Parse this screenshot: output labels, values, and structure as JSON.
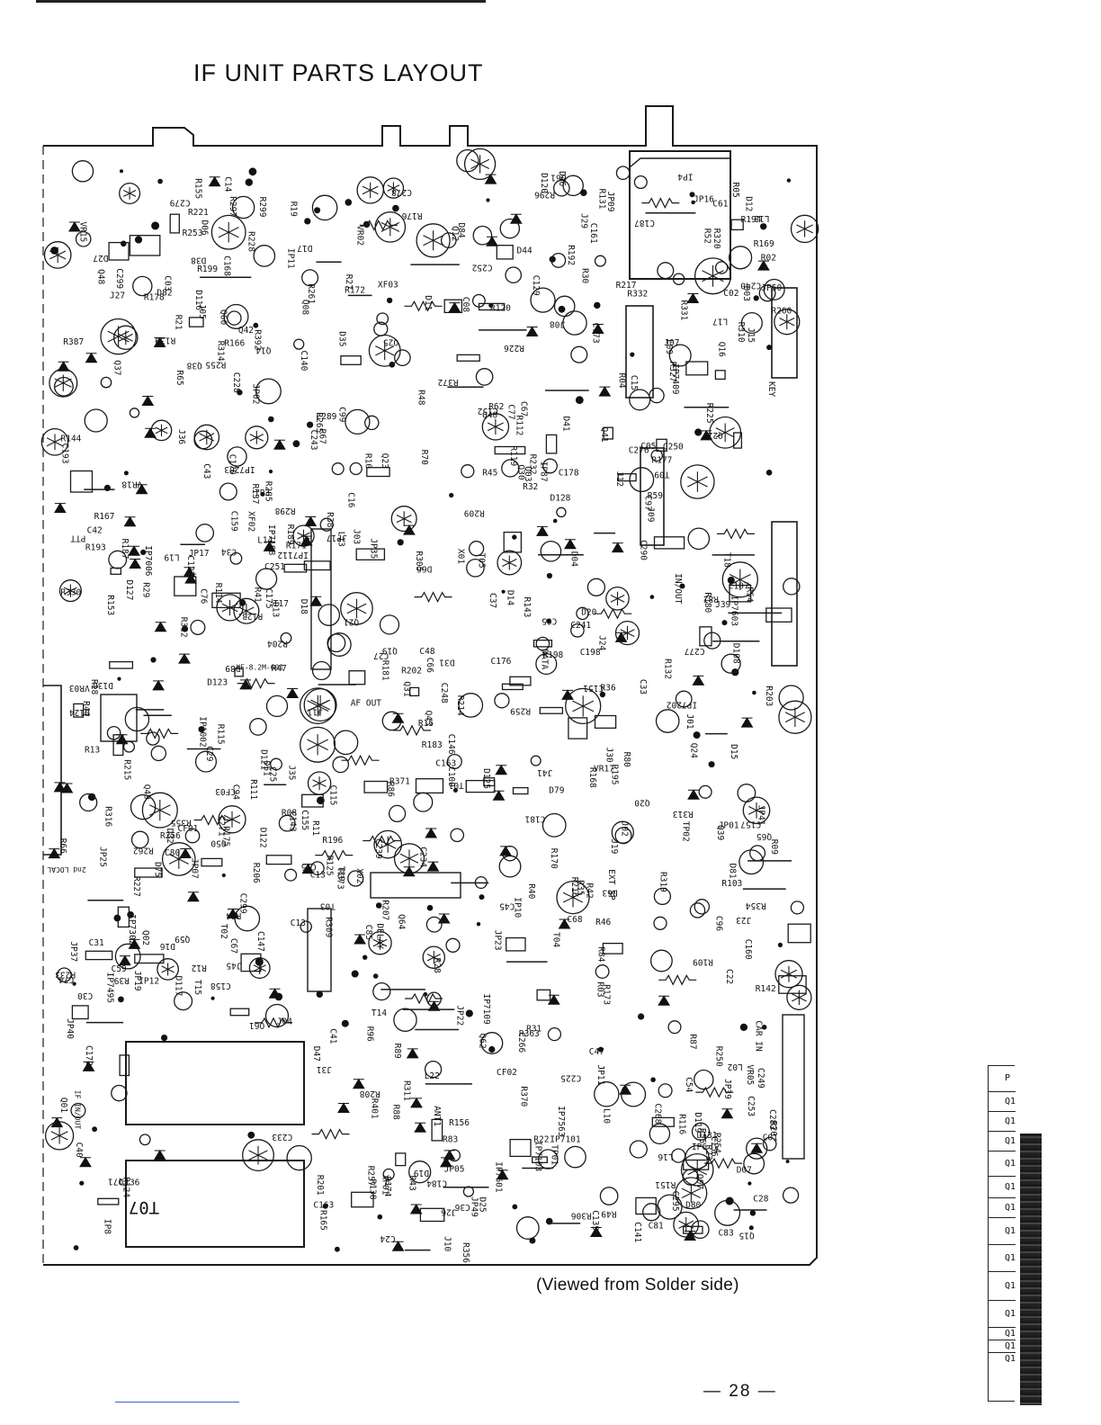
{
  "title": "IF UNIT PARTS LAYOUT",
  "caption": "(Viewed from Solder side)",
  "page_number": "— 28 —",
  "board_labels": [
    "J39",
    "R96",
    "DATA",
    "IN/OUT",
    "C268",
    "R253",
    "AF OUT",
    "JP50",
    "EXT SP",
    "J29",
    "R373",
    "VR18",
    "C277",
    "DELAY",
    "ANT1",
    "C276",
    "VR17",
    "PTT",
    "J41",
    "KEY",
    "C241",
    "Q62",
    "D120",
    "IP7006",
    "J35",
    "D124",
    "D125",
    "C239",
    "X02",
    "R319",
    "C233",
    "Q60",
    "D127",
    "R392",
    "IP3",
    "J11",
    "C289",
    "C253",
    "C266",
    "R354",
    "R363",
    "C252",
    "Q65",
    "C251",
    "C249",
    "C243",
    "R331",
    "R330",
    "Q64",
    "C248",
    "R332",
    "C250",
    "IP87",
    "J45",
    "JP37",
    "R371",
    "R372",
    "VR15",
    "L19",
    "Q71",
    "C283",
    "R370",
    "C279",
    "C278",
    "D116",
    "D117",
    "D119",
    "R316",
    "C271",
    "Q61",
    "D123",
    "R309",
    "D122",
    "R310",
    "C234",
    "D121",
    "C240",
    "R311",
    "R312",
    "R313",
    "R314",
    "R320",
    "Q59",
    "JP25",
    "C172",
    "R387",
    "J30",
    "IP7112",
    "C173",
    "C290",
    "R226",
    "R228",
    "C175",
    "C176",
    "C178",
    "Q37",
    "C161",
    "L16",
    "C152",
    "R208",
    "R209",
    "C160",
    "C163",
    "J31",
    "R206",
    "R205",
    "R204",
    "R124",
    "D75",
    "R233",
    "R232",
    "R231",
    "R109",
    "JP02",
    "2nd LOCAL",
    "IP10",
    "J05",
    "R125",
    "C100",
    "Q21",
    "C168",
    "R15",
    "C14",
    "IP7108",
    "J01",
    "IP6",
    "J08",
    "R131",
    "IF IN/OUT",
    "IP12",
    "J03",
    "C295",
    "D06",
    "D07",
    "T17",
    "C184",
    "R254",
    "R255",
    "C16",
    "T03",
    "Q48",
    "JP19",
    "C15",
    "C163",
    "Q49",
    "T18",
    "T19",
    "R257",
    "R256",
    "R259",
    "C187",
    "R22",
    "JP22",
    "XF01",
    "T05",
    "T04",
    "C198",
    "R262",
    "R260",
    "R261",
    "Q50",
    "C193",
    "L17",
    "R265",
    "D16",
    "IP7103",
    "J09",
    "R27",
    "L02",
    "C24",
    "D12",
    "R327",
    "D17",
    "J12",
    "IP1002",
    "D13",
    "C28",
    "D11",
    "R28",
    "C25",
    "XF02",
    "XF-8.2M-601",
    "XF03",
    "R30",
    "R32",
    "C31",
    "R31",
    "C34",
    "R29",
    "IP7409",
    "C33",
    "JP05",
    "D66",
    "J26",
    "D31",
    "C30",
    "R59",
    "R54",
    "R55",
    "D19",
    "C54",
    "D20",
    "R52",
    "D15",
    "JP16",
    "D14",
    "C22",
    "R49",
    "L22",
    "T07",
    "Q43",
    "D84",
    "D128",
    "C29",
    "D18",
    "C36",
    "C37",
    "D25",
    "R35",
    "R36",
    "R38",
    "R39",
    "R40",
    "R41",
    "C42",
    "R05",
    "T01",
    "C05",
    "Q02",
    "R08",
    "T02",
    "R10",
    "R09",
    "C08",
    "R11",
    "R12",
    "R13",
    "D03",
    "D04",
    "Q03",
    "IP7563",
    "J02",
    "C13",
    "R18",
    "R19",
    "R20",
    "R21",
    "TP01",
    "TP02",
    "R02",
    "C01",
    "C02",
    "Q01",
    "C03",
    "R03",
    "R04",
    "R46",
    "R47",
    "R45",
    "R43",
    "R42",
    "C41",
    "VR02",
    "C43",
    "VR03",
    "C299",
    "R297",
    "R298",
    "C225",
    "JP23",
    "R207",
    "IP7202",
    "J24",
    "R299",
    "IP8",
    "J15",
    "R44",
    "JP11",
    "JP40",
    "C47",
    "CF01",
    "Q07",
    "C45",
    "C48",
    "Q08",
    "R48",
    "JP09",
    "IP4",
    "J27",
    "D89",
    "C40",
    "JP07",
    "C27",
    "JP01",
    "CF03",
    "C59",
    "D32",
    "D131",
    "D44",
    "C77",
    "Q38",
    "D80",
    "D82",
    "Q39",
    "Q40",
    "Q41",
    "D79",
    "D130",
    "D81",
    "D63",
    "JP17",
    "R112",
    "CF02",
    "D61",
    "C81",
    "R64",
    "R62",
    "C61",
    "D27",
    "R67",
    "C66",
    "R65",
    "L13",
    "IP7601",
    "J10",
    "R111",
    "Q42",
    "IP7603",
    "J07",
    "R132",
    "C65",
    "L09",
    "R66",
    "D35",
    "C67",
    "T09",
    "L10",
    "R123",
    "R139",
    "X01",
    "C107",
    "Q22",
    "L12",
    "R137",
    "R138",
    "Q23",
    "JP41",
    "CAR IN",
    "IP11",
    "R103",
    "C129",
    "C139",
    "R173",
    "R172",
    "C140",
    "IP7101",
    "J19",
    "R174",
    "C147",
    "Q31",
    "R171",
    "R169",
    "R250",
    "R175",
    "C136",
    "C141",
    "R178",
    "R170",
    "C143",
    "Q30",
    "R401",
    "R187",
    "C146",
    "R180",
    "R181",
    "R183",
    "R177",
    "R176",
    "R167",
    "R168",
    "R166",
    "R165",
    "D51",
    "IP7495",
    "J04",
    "IP7302",
    "J36",
    "R305",
    "R306",
    "C228",
    "R296",
    "C170",
    "R214",
    "R216",
    "R215",
    "R217",
    "R221",
    "R227",
    "R199",
    "R195",
    "R193",
    "R194",
    "R196",
    "R198",
    "C156",
    "C155",
    "C157",
    "C158",
    "C159",
    "R203",
    "R201",
    "R202",
    "IP7109",
    "JP49",
    "R225",
    "C181",
    "D46",
    "R355",
    "R356",
    "R114",
    "R116",
    "R115",
    "C151",
    "D108",
    "R189",
    "R192",
    "R156",
    "R155",
    "C123",
    "JP35",
    "T15",
    "D47",
    "R120",
    "C94",
    "C96",
    "C97",
    "R119",
    "Q20",
    "Q24",
    "Q25",
    "R153",
    "R151",
    "C115",
    "L14",
    "Q19",
    "C13",
    "R87",
    "JP39",
    "R89",
    "C85",
    "Q16",
    "C83",
    "C299",
    "IP7203",
    "J23",
    "R70",
    "Q12",
    "C68",
    "C67",
    "R142",
    "R143",
    "R144",
    "T14",
    "R83",
    "R80",
    "C80",
    "Q14",
    "R82",
    "D41",
    "R84",
    "C75",
    "C76",
    "C74",
    "R86",
    "Q15",
    "VR05",
    "R88",
    "D38",
    "C99",
    "JP17"
  ],
  "side_table_rows": [
    "P",
    "Q1",
    "Q1",
    "Q1",
    "Q1",
    "Q1",
    "Q1",
    "Q1",
    "Q1",
    "Q1",
    "Q1",
    "Q1",
    "Q1",
    "Q1"
  ]
}
